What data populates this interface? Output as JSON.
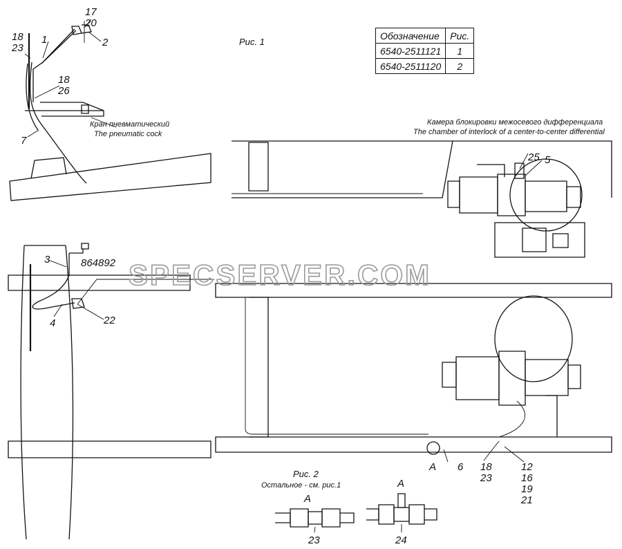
{
  "figure1_title": "Рис. 1",
  "figure2_title": "Рис. 2",
  "figure2_note": "Остальное - см. рис.1",
  "table": {
    "headers": [
      "Обозначение",
      "Рис."
    ],
    "rows": [
      [
        "6540-2511121",
        "1"
      ],
      [
        "6540-2511120",
        "2"
      ]
    ]
  },
  "captions": {
    "cock_ru": "Кран пневматический",
    "cock_en": "The pneumatic cock",
    "chamber_ru": "Камера блокировки межосевого дифференциала",
    "chamber_en": "The chamber of interlock of a center-to-center differential"
  },
  "callouts": {
    "c17": "17",
    "c20": "20",
    "c2": "2",
    "c18a": "18",
    "c23a": "23",
    "c1": "1",
    "c18b": "18",
    "c26": "26",
    "c7": "7",
    "c25": "25",
    "c5": "5",
    "c3": "3",
    "c864892": "864892",
    "c4": "4",
    "c22": "22",
    "cA": "A",
    "c6": "6",
    "c18c": "18",
    "c23c": "23",
    "c12": "12",
    "c16": "16",
    "c19": "19",
    "c21": "21",
    "detailA1": "A",
    "detailA1num": "23",
    "detailA2": "A",
    "detailA2num": "24"
  },
  "watermark": "SPECSERVER.COM"
}
